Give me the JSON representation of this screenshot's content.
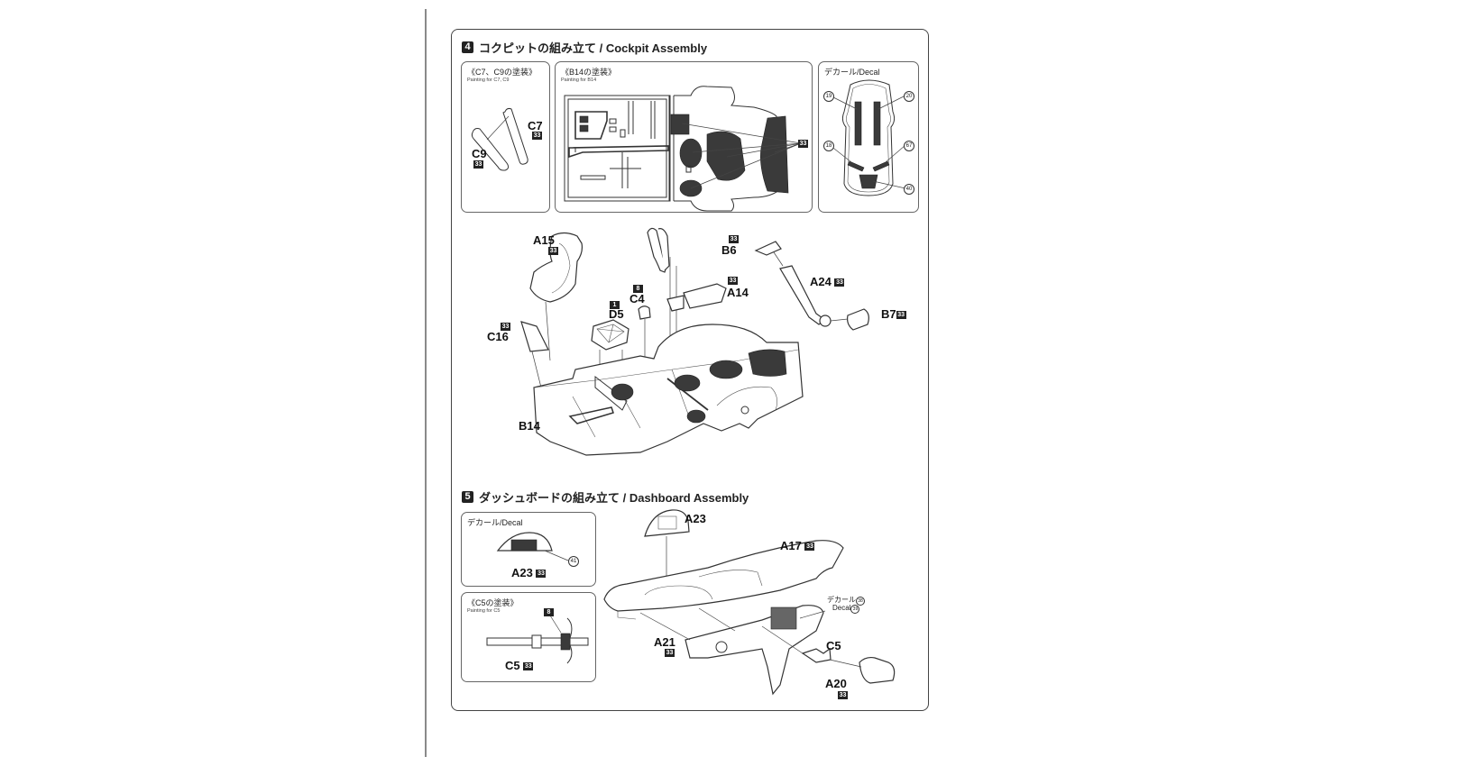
{
  "steps": [
    {
      "number": "4",
      "title": "コクピットの組み立て / Cockpit Assembly",
      "boxes": [
        {
          "title": "《C7、C9の塗装》",
          "subtitle": "Painting for C7, C9",
          "parts": [
            "C7",
            "C9"
          ],
          "paint_code": "33"
        },
        {
          "title": "《B14の塗装》",
          "subtitle": "Painting for B14",
          "paint_code": "33"
        },
        {
          "title": "デカール/Decal",
          "decals": [
            "19",
            "20",
            "18",
            "67",
            "40"
          ]
        }
      ],
      "parts": [
        {
          "id": "A15",
          "paint": "33"
        },
        {
          "id": "D5",
          "paint": "1"
        },
        {
          "id": "C4",
          "paint": "8"
        },
        {
          "id": "C16",
          "paint": "33"
        },
        {
          "id": "B6",
          "paint": "33"
        },
        {
          "id": "A14",
          "paint": "33"
        },
        {
          "id": "A24",
          "paint": "33"
        },
        {
          "id": "B7",
          "paint": "33"
        },
        {
          "id": "B14",
          "paint": ""
        }
      ]
    },
    {
      "number": "5",
      "title": "ダッシュボードの組み立て / Dashboard Assembly",
      "boxes": [
        {
          "title": "デカール/Decal",
          "part": "A23",
          "paint": "33",
          "decal": "41"
        },
        {
          "title": "《C5の塗装》",
          "subtitle": "Painting for C5",
          "part": "C5",
          "paint": "33",
          "detail_paint": "8"
        }
      ],
      "parts": [
        {
          "id": "A23",
          "paint": ""
        },
        {
          "id": "A17",
          "paint": "33"
        },
        {
          "id": "A21",
          "paint": "33"
        },
        {
          "id": "C5",
          "paint": ""
        },
        {
          "id": "A20",
          "paint": "33"
        }
      ],
      "decal_note": {
        "jp": "デカール",
        "en": "Decal",
        "num_jp": "38",
        "num_en": "39"
      }
    }
  ]
}
